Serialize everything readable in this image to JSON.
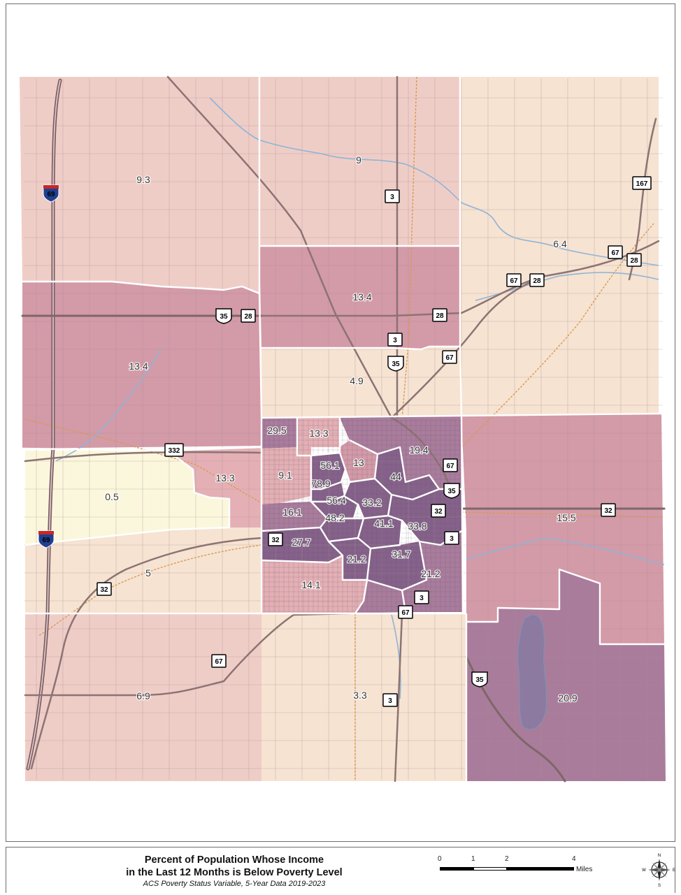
{
  "map": {
    "title_line1": "Percent of Population Whose Income",
    "title_line2": "in the Last 12 Months is Below Poverty Level",
    "subtitle": "ACS Poverty Status Variable, 5-Year Data 2019-2023",
    "scale": {
      "ticks": [
        "0",
        "1",
        "2",
        "4"
      ],
      "units": "Miles"
    },
    "compass": {
      "north": "N",
      "south": "S",
      "west": "W",
      "east": "E"
    },
    "colors": {
      "class_1": "#fbf7dd",
      "class_2": "#f6e3d2",
      "class_3": "#efcdc7",
      "class_4": "#e4b0b5",
      "class_5": "#d39aa8",
      "class_6": "#a97c9c",
      "class_7": "#86628a",
      "boundary": "#ffffff",
      "river": "#8fb4d6",
      "rail": "#d99a4c",
      "road": "#8b7474"
    },
    "tract_values": [
      "9.3",
      "9",
      "6.4",
      "13.4",
      "13.4",
      "4.9",
      "29.5",
      "13.3",
      "19.4",
      "13",
      "56.1",
      "9.1",
      "78.9",
      "44",
      "56.4",
      "33.2",
      "13.3",
      "0.5",
      "16.1",
      "48.2",
      "41.1",
      "33.8",
      "15.5",
      "27.7",
      "21.2",
      "31.7",
      "21.2",
      "5",
      "14.1",
      "6.9",
      "3.3",
      "20.9"
    ],
    "shields": {
      "interstate": [
        "69",
        "69"
      ],
      "us": [
        "35",
        "35",
        "35",
        "35"
      ],
      "state": [
        "167",
        "67",
        "28",
        "67",
        "28",
        "28",
        "28",
        "3",
        "3",
        "67",
        "332",
        "67",
        "32",
        "32",
        "32",
        "3",
        "3",
        "67",
        "32",
        "67",
        "3"
      ]
    }
  }
}
